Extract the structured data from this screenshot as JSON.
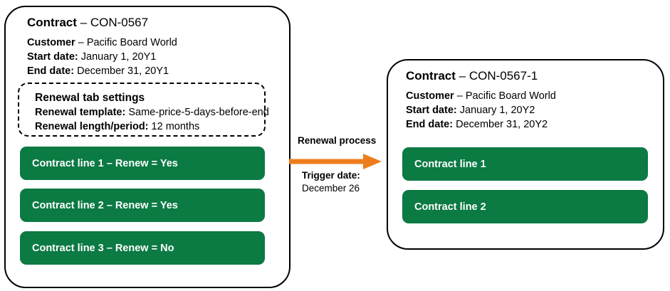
{
  "diagram": {
    "colors": {
      "contract_line_green": "#0b7a43",
      "arrow_orange": "#ed7d1c",
      "panel_border": "#000000",
      "text": "#000000",
      "chip_text": "#ffffff"
    }
  },
  "source_contract": {
    "title_label": "Contract",
    "title_separator": " – ",
    "title_value": "CON-0567",
    "details": [
      {
        "label": "Customer",
        "separator": " – ",
        "value": "Pacific Board World"
      },
      {
        "label": "Start date:",
        "separator": " ",
        "value": "January 1, 20Y1"
      },
      {
        "label": "End date:",
        "separator": " ",
        "value": "December 31, 20Y1"
      }
    ],
    "renewal_settings": {
      "heading": "Renewal tab settings",
      "rows": [
        {
          "label": "Renewal template:",
          "separator": "  ",
          "value": "Same-price-5-days-before-end"
        },
        {
          "label": "Renewal length/period:",
          "separator": " ",
          "value": "12 months"
        }
      ]
    },
    "contract_lines": [
      {
        "text": "Contract line 1 – Renew = Yes"
      },
      {
        "text": "Contract line 2 – Renew = Yes"
      },
      {
        "text": "Contract line 3 – Renew = No"
      }
    ]
  },
  "process": {
    "label": "Renewal process",
    "trigger_label": "Trigger date:",
    "trigger_value": "December 26",
    "arrow_icon": "arrow-right-icon"
  },
  "renewed_contract": {
    "title_label": "Contract",
    "title_separator": " – ",
    "title_value": "CON-0567-1",
    "details": [
      {
        "label": "Customer",
        "separator": " – ",
        "value": "Pacific Board World"
      },
      {
        "label": "Start date:",
        "separator": " ",
        "value": "January 1, 20Y2"
      },
      {
        "label": "End date:",
        "separator": " ",
        "value": "December 31, 20Y2"
      }
    ],
    "contract_lines": [
      {
        "text": "Contract line 1"
      },
      {
        "text": "Contract line 2"
      }
    ]
  }
}
